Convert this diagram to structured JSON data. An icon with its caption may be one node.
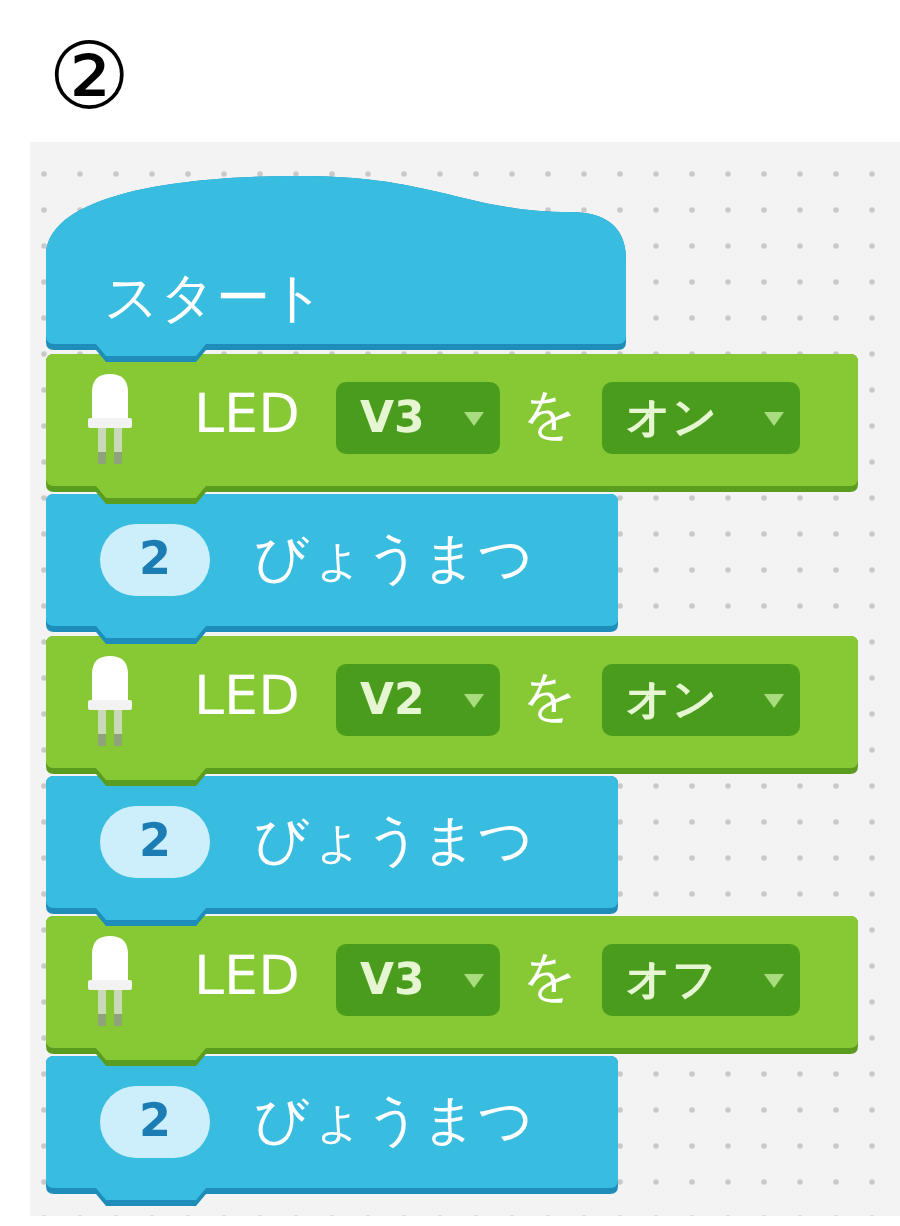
{
  "diagram": {
    "title": "②",
    "nodes": [
      {
        "text": [
          "スタート"
        ]
      },
      {
        "text": [
          "LED",
          "を"
        ]
      },
      {
        "text": [
          "V3"
        ],
        "in": 1
      },
      {
        "text": [
          "オン"
        ],
        "in": 1
      },
      {
        "text": [
          "びょうまつ"
        ]
      },
      {
        "text": [
          "2"
        ],
        "in": 4
      },
      {
        "text": [
          "LED",
          "を"
        ]
      },
      {
        "text": [
          "V2"
        ],
        "in": 6
      },
      {
        "text": [
          "オン"
        ],
        "in": 6
      },
      {
        "text": [
          "びょうまつ"
        ]
      },
      {
        "text": [
          "2"
        ],
        "in": 9
      },
      {
        "text": [
          "LED",
          "を"
        ]
      },
      {
        "text": [
          "V3"
        ],
        "in": 11
      },
      {
        "text": [
          "オフ"
        ],
        "in": 11
      },
      {
        "text": [
          "びょうまつ"
        ]
      },
      {
        "text": [
          "2"
        ],
        "in": 14
      }
    ]
  }
}
